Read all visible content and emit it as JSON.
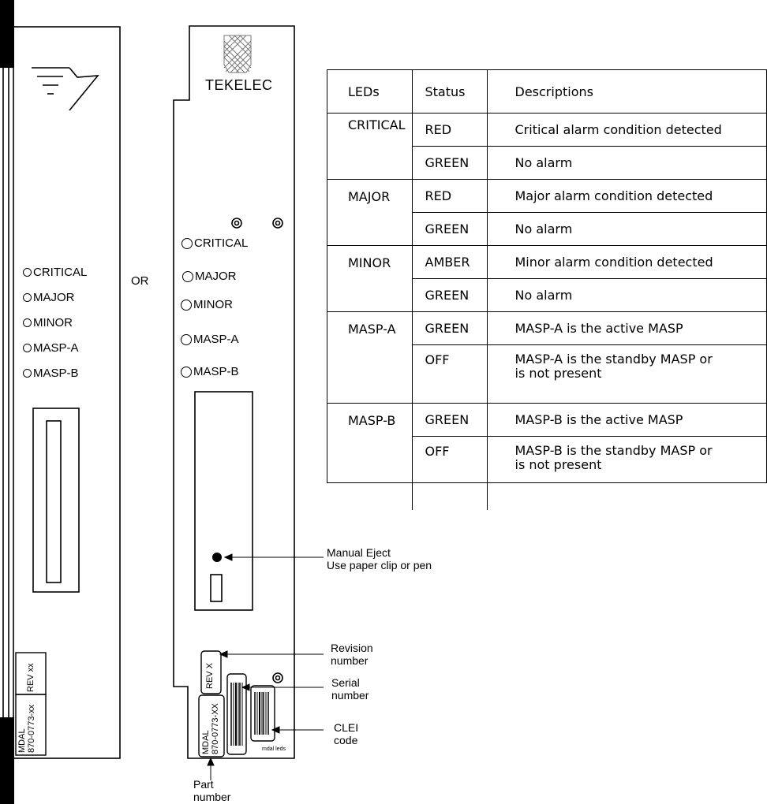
{
  "left_card": {
    "leds": [
      "CRITICAL",
      "MAJOR",
      "MINOR",
      "MASP-A",
      "MASP-B"
    ],
    "label_top": "REV xx",
    "label_bottom_1": "MDAL",
    "label_bottom_2": "870-0773-xx"
  },
  "or_label": "OR",
  "right_card": {
    "logo_text": "TEKELEC",
    "leds": [
      "CRITICAL",
      "MAJOR",
      "MINOR",
      "MASP-A",
      "MASP-B"
    ],
    "rev_label": "REV X",
    "part_label_1": "MDAL",
    "part_label_2": "870-0773-XX",
    "footer_note": "mdal leds"
  },
  "callouts": {
    "manual_eject_1": "Manual Eject",
    "manual_eject_2": "Use paper clip or pen",
    "revision_1": "Revision",
    "revision_2": "number",
    "serial_1": "Serial",
    "serial_2": "number",
    "clei_1": "CLEI",
    "clei_2": "code",
    "part_1": "Part",
    "part_2": "number"
  },
  "table": {
    "headers": [
      "LEDs",
      "Status",
      "Descriptions"
    ],
    "groups": [
      {
        "led": "CRITICAL",
        "rows": [
          {
            "status": "RED",
            "desc": "Critical alarm condition detected"
          },
          {
            "status": "GREEN",
            "desc": "No alarm"
          }
        ]
      },
      {
        "led": "MAJOR",
        "rows": [
          {
            "status": "RED",
            "desc": "Major alarm condition detected"
          },
          {
            "status": "GREEN",
            "desc": "No alarm"
          }
        ]
      },
      {
        "led": "MINOR",
        "rows": [
          {
            "status": "AMBER",
            "desc": "Minor alarm condition detected"
          },
          {
            "status": "GREEN",
            "desc": "No alarm"
          }
        ]
      },
      {
        "led": "MASP-A",
        "rows": [
          {
            "status": "GREEN",
            "desc": "MASP-A is the active MASP"
          },
          {
            "status": "OFF",
            "desc_1": "MASP-A is the standby MASP or",
            "desc_2": "is not present"
          }
        ]
      },
      {
        "led": "MASP-B",
        "rows": [
          {
            "status": "GREEN",
            "desc": "MASP-B is the active MASP"
          },
          {
            "status": "OFF",
            "desc_1": "MASP-B is the standby MASP or",
            "desc_2": "is not present"
          }
        ]
      }
    ]
  }
}
